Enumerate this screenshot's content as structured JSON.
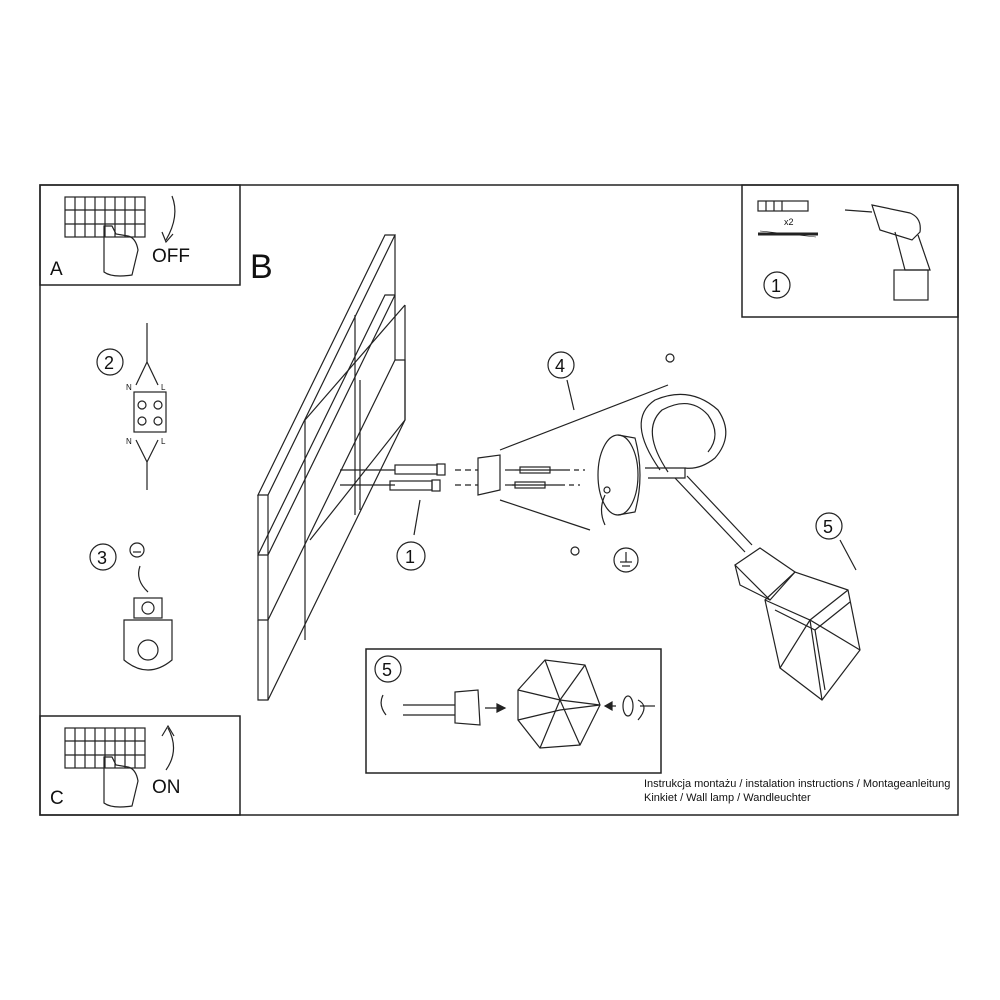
{
  "panels": {
    "a": {
      "letter": "A",
      "action": "OFF"
    },
    "b": {
      "letter": "B"
    },
    "c": {
      "letter": "C",
      "action": "ON"
    }
  },
  "steps": {
    "step1": "1",
    "step2": "2",
    "step3": "3",
    "step4": "4",
    "step5": "5",
    "step1_main": "1",
    "step5_inset": "5"
  },
  "tools_panel": {
    "quantity": "x2"
  },
  "wire_labels": {
    "neutral": "N",
    "live": "L"
  },
  "caption": {
    "line1": "Instrukcja montażu / instalation instructions / Montageanleitung",
    "line2": "Kinkiet / Wall lamp / Wandleuchter"
  }
}
